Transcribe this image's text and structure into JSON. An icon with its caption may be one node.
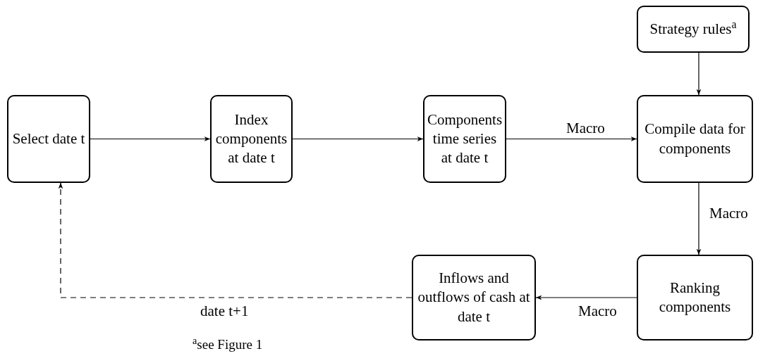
{
  "diagram": {
    "nodes": [
      {
        "text": [
          "Strategy rules$^{a}$"
        ]
      },
      {
        "text": [
          "Select date t"
        ]
      },
      {
        "text": [
          "Index components at date t"
        ]
      },
      {
        "text": [
          "Components time series at date t"
        ]
      },
      {
        "text": [
          "Compile data for components"
        ]
      },
      {
        "text": [
          "Ranking components"
        ]
      },
      {
        "text": [
          "Inflows and outflows of cash at date t"
        ]
      }
    ],
    "edges": [
      {
        "from": 1,
        "to": 2,
        "arrow": "to"
      },
      {
        "from": 2,
        "to": 3,
        "arrow": "to"
      },
      {
        "from": 3,
        "to": 4,
        "arrow": "to",
        "label": "Macro"
      },
      {
        "from": 0,
        "to": 4,
        "arrow": "to"
      },
      {
        "from": 4,
        "to": 5,
        "arrow": "to",
        "label": "Macro"
      },
      {
        "from": 5,
        "to": 6,
        "arrow": "to",
        "label": "Macro"
      },
      {
        "from": 6,
        "to": 1,
        "arrow": "to",
        "label": "date t+1",
        "style": "dashed"
      }
    ],
    "labels": [
      "$^{a}$see Figure 1"
    ]
  }
}
